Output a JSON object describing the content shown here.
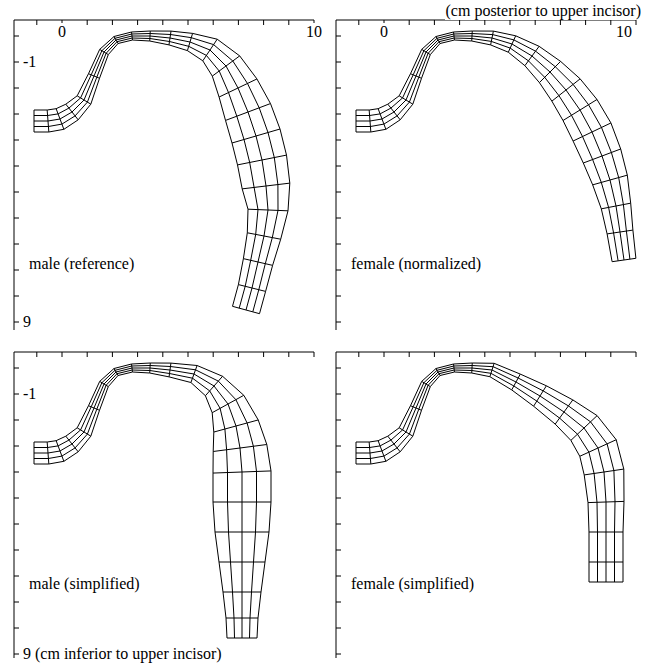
{
  "diagram": {
    "labels": [
      "(cm posterior to upper incisor)",
      "0",
      "10",
      "0",
      "10",
      "-1",
      "9",
      "male (reference)",
      "female (normalized)",
      "-1",
      "male (simplified)",
      "female (simplified)",
      "9 (cm inferior to upper incisor)"
    ]
  }
}
